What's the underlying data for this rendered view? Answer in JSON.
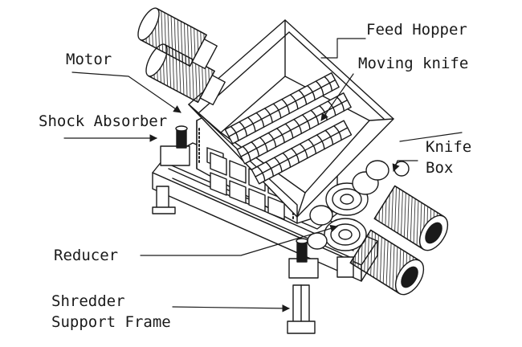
{
  "diagram": {
    "labels": {
      "feed_hopper": "Feed Hopper",
      "moving_knife": "Moving knife",
      "motor": "Motor",
      "shock_absorber": "Shock Absorber",
      "knife_box_line1": "Knife",
      "knife_box_line2": "Box",
      "reducer": "Reducer",
      "support_frame_line1": "Shredder",
      "support_frame_line2": "Support Frame"
    },
    "colors": {
      "ink": "#1a1a1a",
      "background": "#ffffff"
    }
  }
}
